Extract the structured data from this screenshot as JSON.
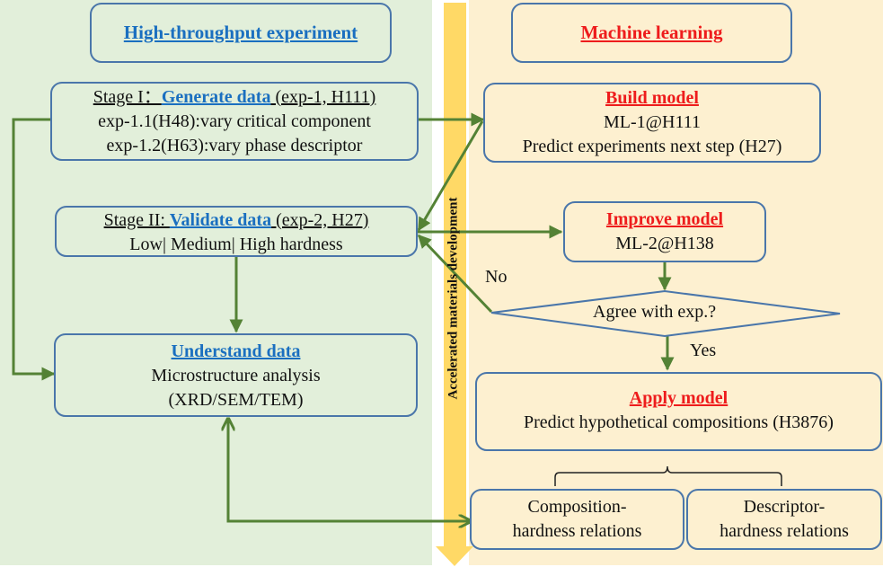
{
  "left_panel": {
    "header": "High-throughput experiment",
    "stage1": {
      "prefix": "Stage I：",
      "title": "Generate data",
      "suffix": " (exp-1, H111)",
      "lines": [
        "exp-1.1(H48):vary critical component",
        "exp-1.2(H63):vary phase descriptor"
      ]
    },
    "stage2": {
      "prefix": "Stage II: ",
      "title": "Validate data",
      "suffix": " (exp-2, H27)",
      "lines": [
        "Low| Medium| High hardness"
      ]
    },
    "understand": {
      "title": "Understand data",
      "lines": [
        "Microstructure analysis",
        "(XRD/SEM/TEM)"
      ]
    }
  },
  "right_panel": {
    "header": "Machine learning",
    "build": {
      "title": "Build model",
      "lines": [
        "ML-1@H111",
        "Predict experiments next step (H27)"
      ]
    },
    "improve": {
      "title": "Improve model",
      "lines": [
        "ML-2@H138"
      ]
    },
    "decision": {
      "question": "Agree with exp.?",
      "no_label": "No",
      "yes_label": "Yes"
    },
    "apply": {
      "title": "Apply model",
      "lines": [
        "Predict hypothetical compositions (H3876)"
      ]
    },
    "outputs": [
      {
        "lines": [
          "Composition-",
          "hardness relations"
        ]
      },
      {
        "lines": [
          "Descriptor-",
          "hardness relations"
        ]
      }
    ]
  },
  "center_arrow": {
    "label": "Accelerated materials development"
  },
  "colors": {
    "left_bg": "#e2efda",
    "right_bg": "#fdf0d0",
    "box_border": "#4a76aa",
    "connector": "#548235",
    "progress_arrow": "#ffd966",
    "title_blue": "#1a6fc0",
    "title_red": "#ee1c1c"
  }
}
